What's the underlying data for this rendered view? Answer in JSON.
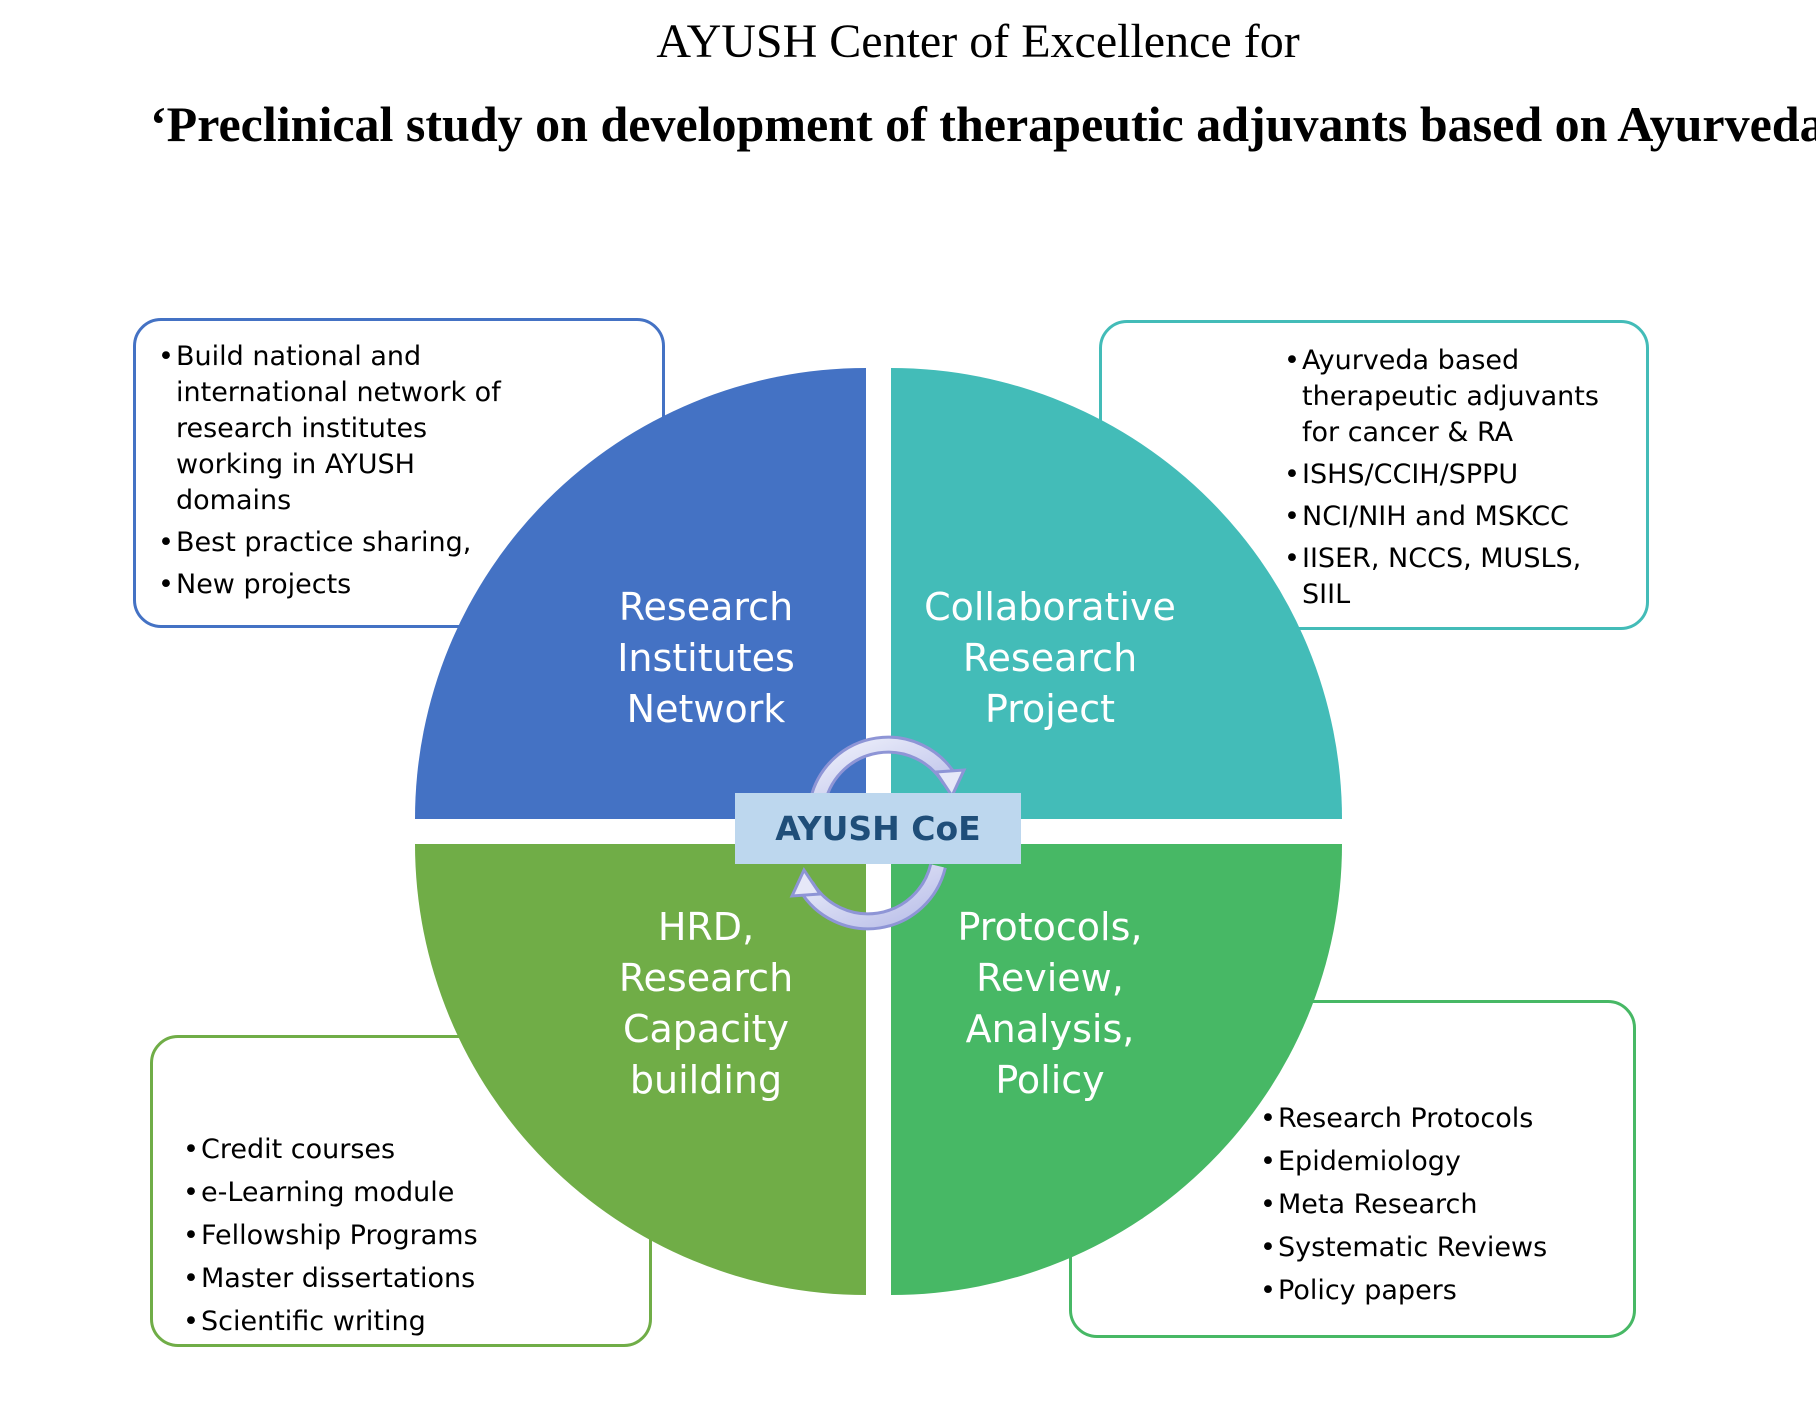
{
  "header": {
    "line1": "AYUSH Center of Excellence for",
    "line2": "‘Preclinical study on development of therapeutic adjuvants based on Ayurveda’"
  },
  "colors": {
    "blue": "#4472c4",
    "teal": "#43bcb8",
    "olive_green": "#70ad47",
    "green": "#47b865",
    "center_fill": "#bdd7ee",
    "center_text": "#1f4e79"
  },
  "center": {
    "label": "AYUSH CoE"
  },
  "quadrants": {
    "top_left": {
      "label": "Research\nInstitutes\nNetwork"
    },
    "top_right": {
      "label": "Collaborative\nResearch\nProject"
    },
    "bottom_left": {
      "label": "HRD,\nResearch\nCapacity\nbuilding"
    },
    "bottom_right": {
      "label": "Protocols,\nReview,\nAnalysis,\nPolicy"
    }
  },
  "boxes": {
    "top_left": {
      "items": [
        "Build national and international network of research institutes working in AYUSH domains",
        "Best practice sharing,",
        "New projects"
      ]
    },
    "top_right": {
      "items": [
        "Ayurveda based therapeutic adjuvants for cancer & RA",
        "ISHS/CCIH/SPPU",
        "NCI/NIH and MSKCC",
        "IISER, NCCS, MUSLS, SIIL"
      ]
    },
    "bottom_left": {
      "items": [
        "Credit courses",
        "e-Learning module",
        "Fellowship Programs",
        "Master dissertations",
        "Scientific writing"
      ]
    },
    "bottom_right": {
      "items": [
        "Research  Protocols",
        "Epidemiology",
        "Meta Research",
        "Systematic Reviews",
        "Policy papers"
      ]
    }
  }
}
